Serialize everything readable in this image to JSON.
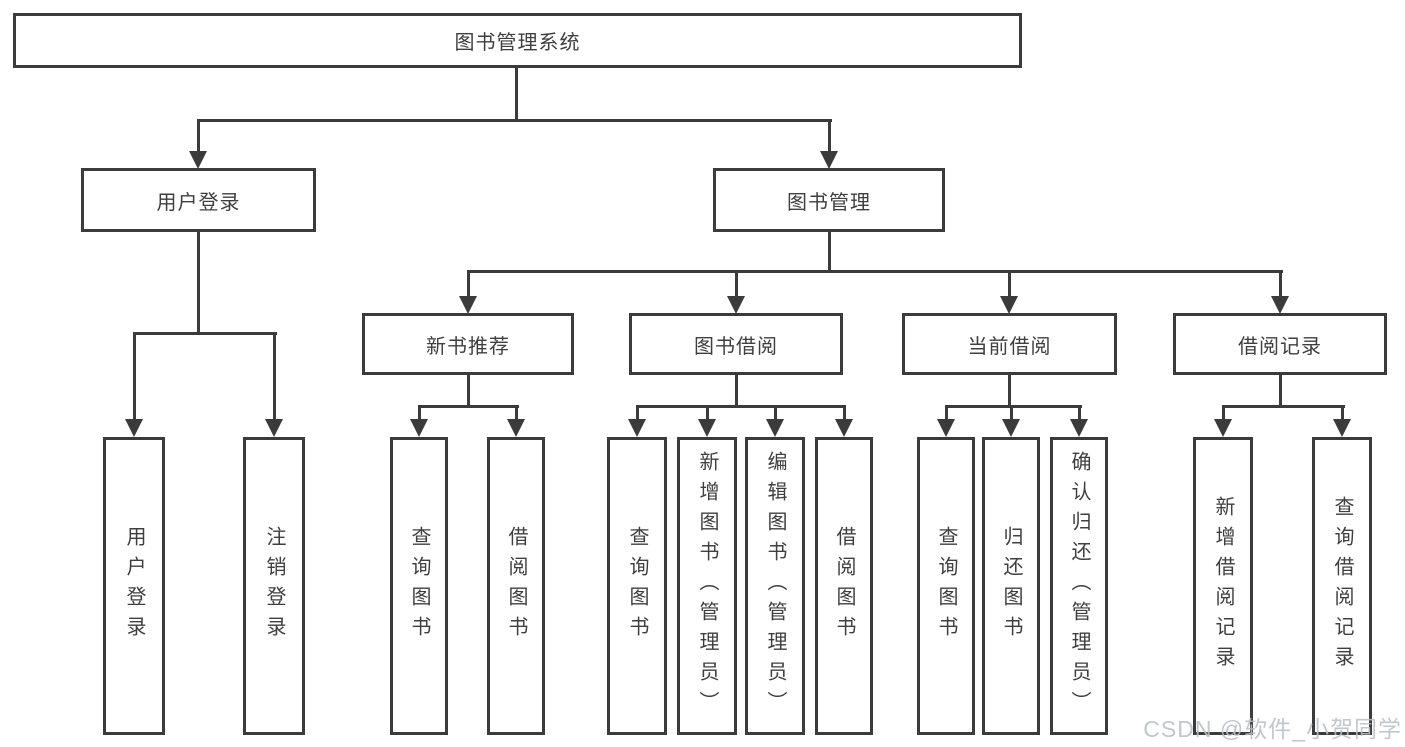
{
  "tree": {
    "label": "图书管理系统",
    "children": [
      {
        "label": "用户登录",
        "children": [
          {
            "label": "用户登录"
          },
          {
            "label": "注销登录"
          }
        ]
      },
      {
        "label": "图书管理",
        "children": [
          {
            "label": "新书推荐",
            "children": [
              {
                "label": "查询图书"
              },
              {
                "label": "借阅图书"
              }
            ]
          },
          {
            "label": "图书借阅",
            "children": [
              {
                "label": "查询图书"
              },
              {
                "label": "新增图书（管理员）"
              },
              {
                "label": "编辑图书（管理员）"
              },
              {
                "label": "借阅图书"
              }
            ]
          },
          {
            "label": "当前借阅",
            "children": [
              {
                "label": "查询图书"
              },
              {
                "label": "归还图书"
              },
              {
                "label": "确认归还（管理员）"
              }
            ]
          },
          {
            "label": "借阅记录",
            "children": [
              {
                "label": "新增借阅记录"
              },
              {
                "label": "查询借阅记录"
              }
            ]
          }
        ]
      }
    ]
  },
  "watermark": {
    "text": "CSDN @软件_小贺同学"
  },
  "colors": {
    "line": "#3b3b3b",
    "text": "#3f3f3f",
    "background": "#ffffff",
    "watermark": "#babfc5"
  }
}
